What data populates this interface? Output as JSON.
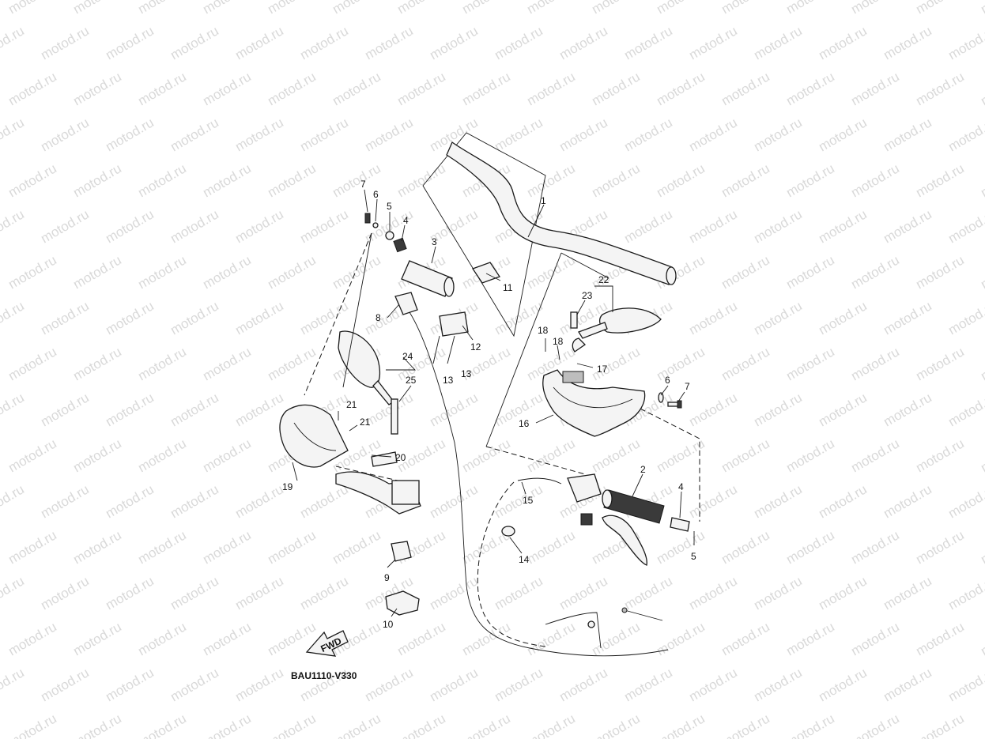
{
  "watermark": "motod.ru",
  "diagram_code": "BAU1110-V330",
  "fwd_label": "FWD",
  "callouts": [
    {
      "id": "c1",
      "label": "1"
    },
    {
      "id": "c2",
      "label": "2"
    },
    {
      "id": "c3",
      "label": "3"
    },
    {
      "id": "c4a",
      "label": "4"
    },
    {
      "id": "c4b",
      "label": "4"
    },
    {
      "id": "c5a",
      "label": "5"
    },
    {
      "id": "c5b",
      "label": "5"
    },
    {
      "id": "c6a",
      "label": "6"
    },
    {
      "id": "c6b",
      "label": "6"
    },
    {
      "id": "c7a",
      "label": "7"
    },
    {
      "id": "c7b",
      "label": "7"
    },
    {
      "id": "c8",
      "label": "8"
    },
    {
      "id": "c9",
      "label": "9"
    },
    {
      "id": "c10",
      "label": "10"
    },
    {
      "id": "c11",
      "label": "11"
    },
    {
      "id": "c12",
      "label": "12"
    },
    {
      "id": "c13a",
      "label": "13"
    },
    {
      "id": "c13b",
      "label": "13"
    },
    {
      "id": "c14",
      "label": "14"
    },
    {
      "id": "c15",
      "label": "15"
    },
    {
      "id": "c16",
      "label": "16"
    },
    {
      "id": "c17",
      "label": "17"
    },
    {
      "id": "c18a",
      "label": "18"
    },
    {
      "id": "c18b",
      "label": "18"
    },
    {
      "id": "c19",
      "label": "19"
    },
    {
      "id": "c20",
      "label": "20"
    },
    {
      "id": "c21a",
      "label": "21"
    },
    {
      "id": "c21b",
      "label": "21"
    },
    {
      "id": "c22",
      "label": "22"
    },
    {
      "id": "c23",
      "label": "23"
    },
    {
      "id": "c24",
      "label": "24"
    },
    {
      "id": "c25",
      "label": "25"
    }
  ]
}
